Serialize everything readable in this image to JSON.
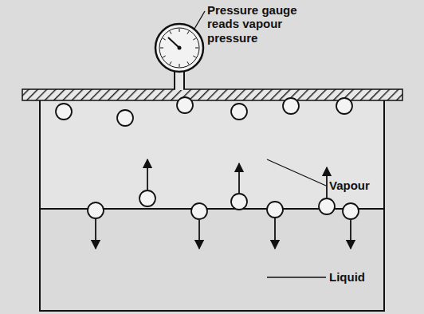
{
  "diagram": {
    "labels": [
      "Pressure gauge reads vapour pressure",
      "Vapour",
      "Liquid"
    ]
  }
}
